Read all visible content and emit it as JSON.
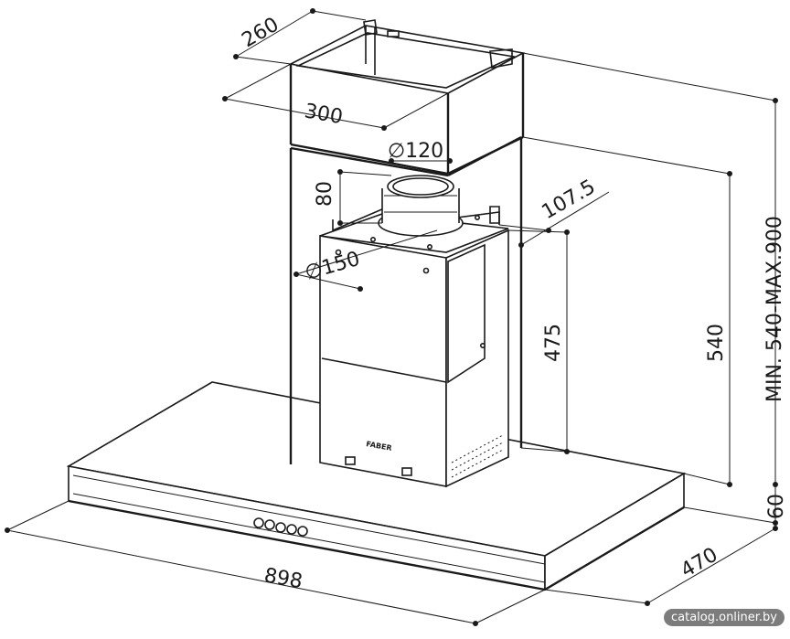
{
  "diagram": {
    "dimensions": {
      "depth_top": "260",
      "width_top": "300",
      "duct_dia": "∅120",
      "duct_height": "80",
      "offset": "107.5",
      "outlet_dia": "∅150",
      "motor_height": "475",
      "chimney_height": "540",
      "chimney_range": "MIN. 540-MAX.900",
      "canopy_height": "60",
      "hood_depth": "470",
      "hood_width": "898"
    },
    "brand_label": "FABER"
  },
  "watermark": {
    "text": "catalog.onliner.by"
  },
  "colors": {
    "line": "#1a1a1a",
    "background": "#ffffff",
    "watermark_bg": "#6e6e6e"
  }
}
